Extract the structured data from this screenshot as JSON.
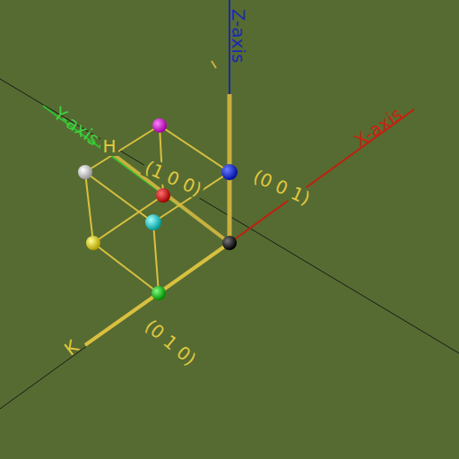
{
  "diagram": {
    "labels": [
      "Z-axis",
      "X-axis",
      "Y-axis",
      "H",
      "(1 0 0)",
      "(0 0 1)",
      "(0 1 0)",
      "K"
    ]
  }
}
